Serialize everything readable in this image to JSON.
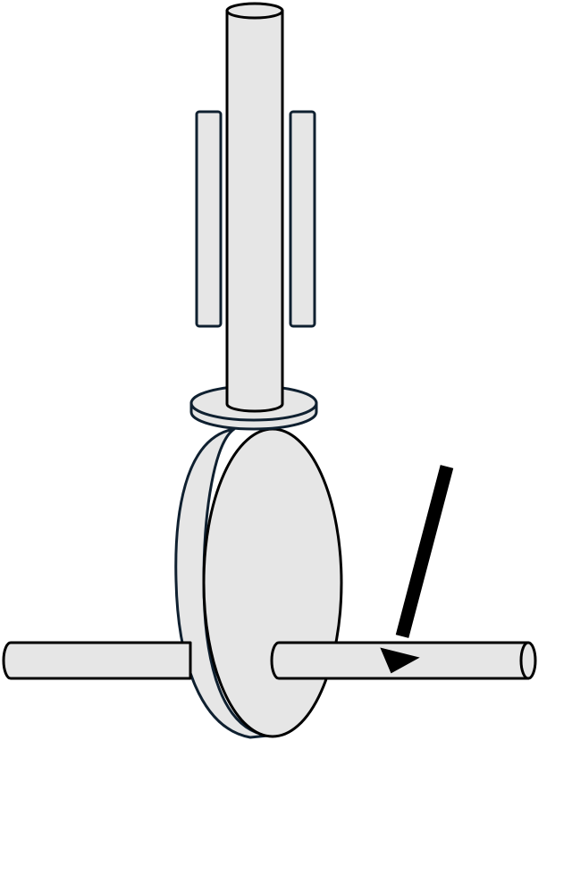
{
  "diagram": {
    "parts": [
      "vertical-shaft",
      "left-guide-bar",
      "right-guide-bar",
      "collar-flange",
      "wheel-disc",
      "horizontal-axle",
      "force-arrow"
    ]
  },
  "colors": {
    "background": "#ffffff",
    "part_fill": "#e6e6e6",
    "outline": "#0f2030",
    "arrow": "#000000"
  }
}
